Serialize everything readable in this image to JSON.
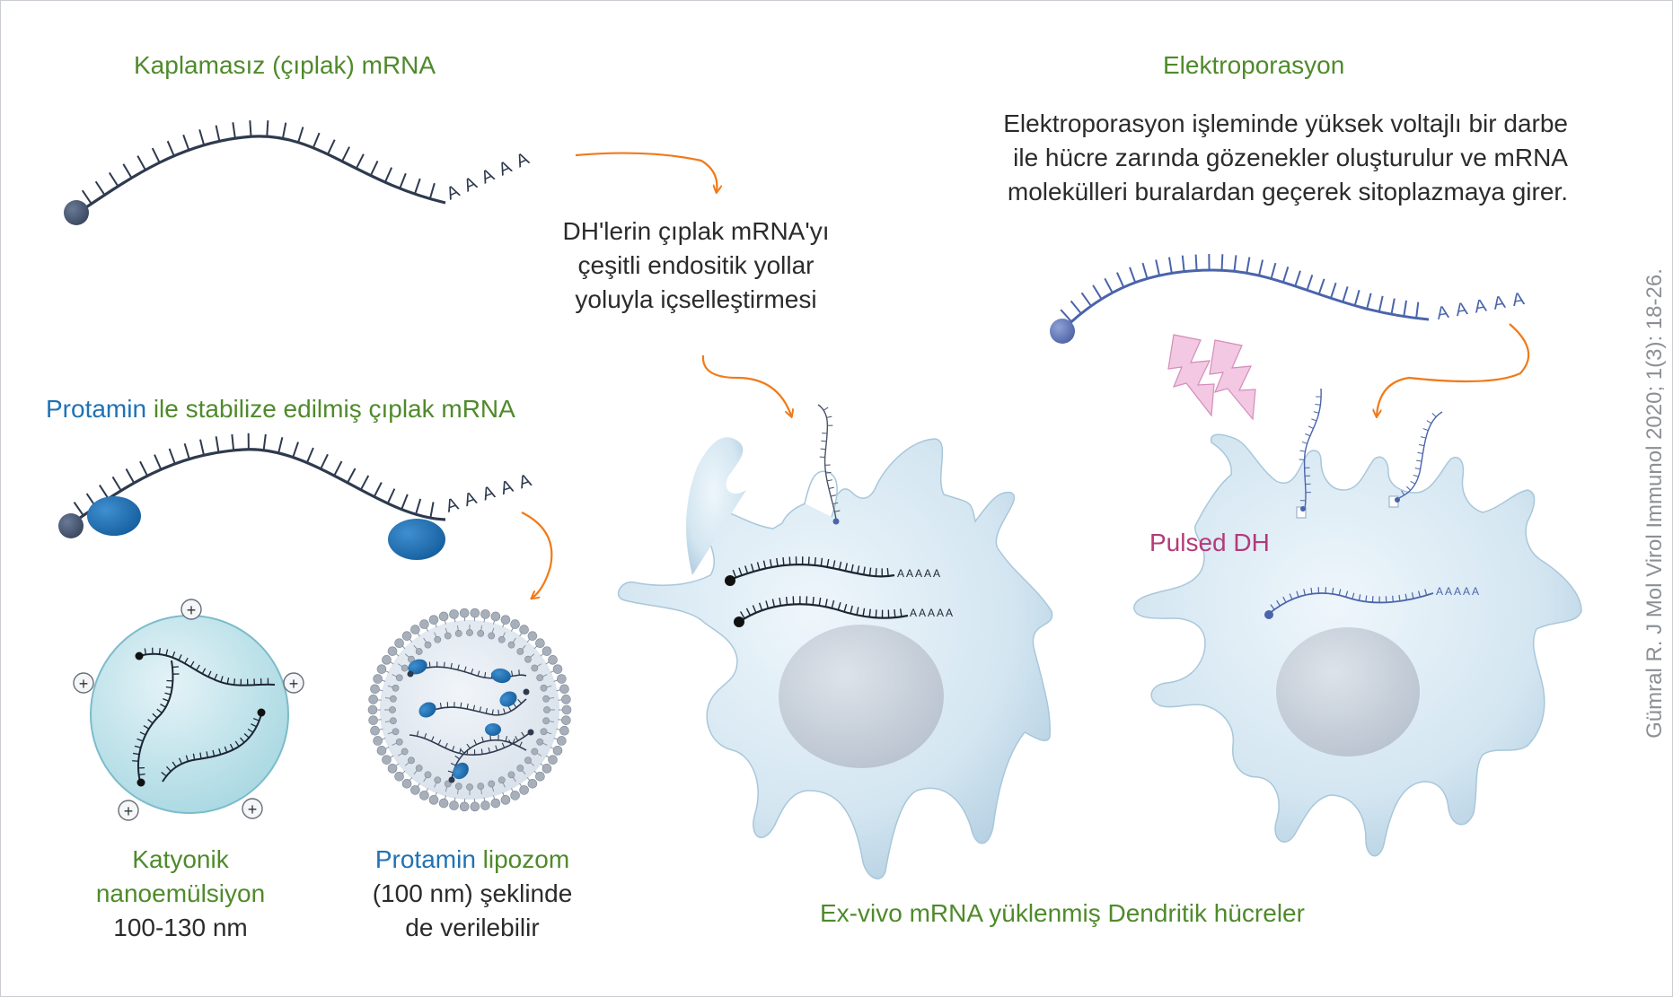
{
  "naked": {
    "title": "Kaplamasız (çıplak) mRNA",
    "poly_a": "AAAAA"
  },
  "protamine_stab": {
    "word_protamin": "Protamin",
    "rest": " ile stabilize edilmiş çıplak mRNA",
    "poly_a": "AAAAA"
  },
  "endocytosis": {
    "lines": [
      "DH'lerin çıplak mRNA'yı",
      "çeşitli endositik yollar",
      "yoluyla içselleştirmesi"
    ]
  },
  "electroporation": {
    "title": "Elektroporasyon",
    "desc": [
      "Elektroporasyon işleminde yüksek voltajlı bir darbe",
      "ile hücre zarında gözenekler oluşturulur ve mRNA",
      "molekülleri buralardan geçerek sitoplazmaya girer."
    ],
    "poly_a": "AAAAA"
  },
  "cationic": {
    "line1": "Katyonik",
    "line2": "nanoemülsiyon",
    "line3": "100-130 nm",
    "charge": "+"
  },
  "lipozom": {
    "word_protamin": "Protamin",
    "word_lipozom": " lipozom",
    "line2": "(100 nm) şeklinde",
    "line3": "de verilebilir"
  },
  "pulsed": {
    "label": "Pulsed DH"
  },
  "exvivo": {
    "caption": "Ex-vivo mRNA yüklenmiş Dendritik hücreler"
  },
  "citation": "Gümral R. J Mol Virol Immunol 2020; 1(3): 18-26.",
  "colors": {
    "title_green": "#4f8a2b",
    "protamine_blue": "#1e72b5",
    "arrow_orange": "#f07a1a",
    "pulse_magenta": "#b43a7a",
    "mrna_dark": "#2e3a4e",
    "mrna_blue": "#4a64aa",
    "cell_fill": "#d3e6f1",
    "nucleus_fill": "#c3ccd6"
  }
}
